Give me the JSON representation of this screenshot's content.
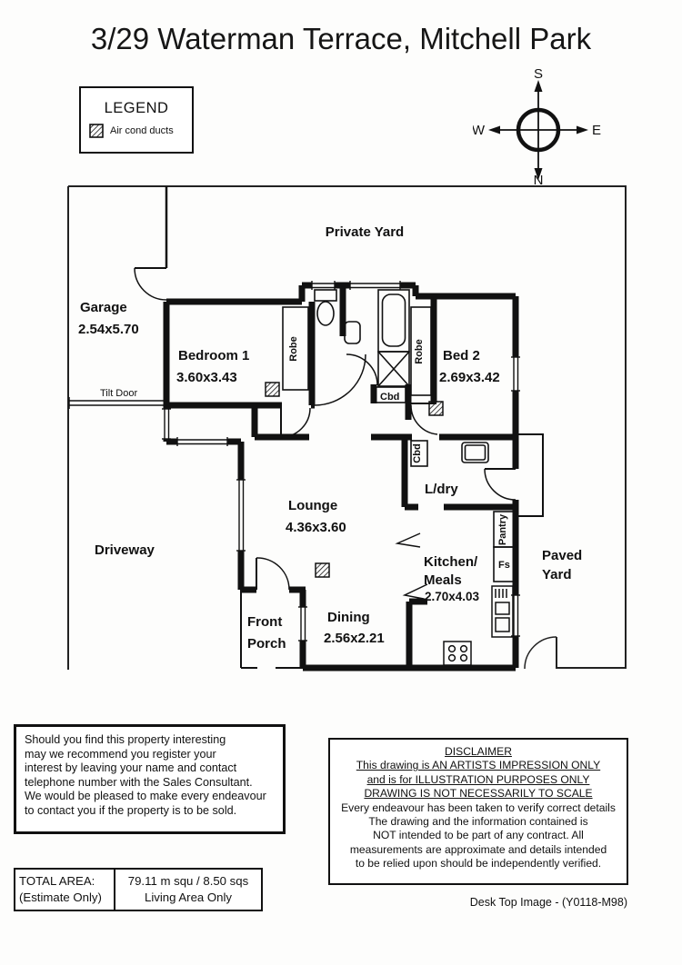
{
  "title": "3/29 Waterman Terrace, Mitchell Park",
  "legend": {
    "title": "LEGEND",
    "air_cond_label": "Air cond ducts"
  },
  "compass": {
    "n": "N",
    "s": "S",
    "e": "E",
    "w": "W"
  },
  "plan": {
    "private_yard": "Private Yard",
    "garage": {
      "name": "Garage",
      "dims": "2.54x5.70"
    },
    "tilt_door": "Tilt Door",
    "driveway": "Driveway",
    "paved_yard": {
      "line1": "Paved",
      "line2": "Yard"
    },
    "bedroom1": {
      "name": "Bedroom 1",
      "dims": "3.60x3.43"
    },
    "bed2": {
      "name": "Bed 2",
      "dims": "2.69x3.42"
    },
    "lounge": {
      "name": "Lounge",
      "dims": "4.36x3.60"
    },
    "dining": {
      "name": "Dining",
      "dims": "2.56x2.21"
    },
    "kitchen": {
      "name1": "Kitchen/",
      "name2": "Meals",
      "dims": "2.70x4.03"
    },
    "laundry": "L/dry",
    "front_porch": {
      "line1": "Front",
      "line2": "Porch"
    },
    "robe1": "Robe",
    "robe2": "Robe",
    "cbd_bath": "Cbd",
    "cbd_laundry": "Cbd",
    "pantry": "Pantry",
    "fridge_space": "Fs"
  },
  "notice": {
    "lines": [
      "Should you find this property interesting",
      "may we recommend you register your",
      "interest by leaving your name and contact",
      "telephone number with the Sales Consultant.",
      "We would be pleased to make every endeavour",
      "to contact you if the property is to be sold."
    ]
  },
  "total_area": {
    "label1": "TOTAL AREA:",
    "label2": "(Estimate Only)",
    "value1": "79.11 m squ /  8.50 sqs",
    "value2": "Living Area Only"
  },
  "disclaimer": {
    "title": "DISCLAIMER",
    "u1": "This drawing is AN ARTISTS IMPRESSION ONLY",
    "u2": "and is for ILLUSTRATION PURPOSES ONLY",
    "u3": "DRAWING IS NOT NECESSARILY TO SCALE",
    "l1": "Every endeavour has been taken to verify correct details",
    "l2": "The drawing and the information contained is",
    "l3": "NOT intended to be part of any contract. All",
    "l4": "measurements are approximate and details intended",
    "l5": "to be relied upon should be independently verified."
  },
  "footer": "Desk Top Image - (Y0118-M98)",
  "colors": {
    "ink": "#111111",
    "paper": "#fdfdfc"
  }
}
